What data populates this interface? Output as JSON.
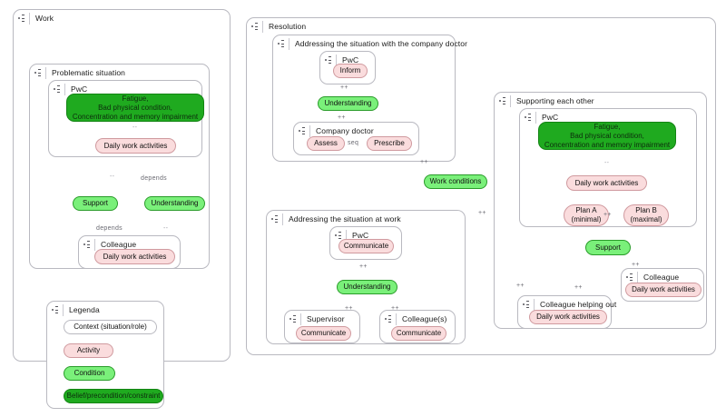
{
  "diagram": {
    "title": "Work",
    "type": "goal-model",
    "containers": [
      {
        "id": "work",
        "label": "Work"
      },
      {
        "id": "problematic",
        "label": "Problematic situation"
      },
      {
        "id": "pwc1",
        "label": "PwC"
      },
      {
        "id": "colleague1",
        "label": "Colleague"
      },
      {
        "id": "legenda",
        "label": "Legenda"
      },
      {
        "id": "resolution",
        "label": "Resolution"
      },
      {
        "id": "doctor_sit",
        "label": "Addressing the situation with the company doctor"
      },
      {
        "id": "pwc2",
        "label": "PwC"
      },
      {
        "id": "company_doctor",
        "label": "Company doctor"
      },
      {
        "id": "work_sit",
        "label": "Addressing the situation at work"
      },
      {
        "id": "pwc3",
        "label": "PwC"
      },
      {
        "id": "supervisor",
        "label": "Supervisor"
      },
      {
        "id": "colleagues",
        "label": "Colleague(s)"
      },
      {
        "id": "supporting",
        "label": "Supporting each other"
      },
      {
        "id": "pwc4",
        "label": "PwC"
      },
      {
        "id": "colleague2",
        "label": "Colleague"
      },
      {
        "id": "helping_out",
        "label": "Colleague helping out"
      }
    ],
    "nodes": {
      "belief1": "Fatigue,\nBad physical condition,\nConcentration and memory impairment",
      "dwa1": "Daily work activities",
      "support1": "Support",
      "understanding1": "Understanding",
      "dwa_colleague1": "Daily work activities",
      "inform": "Inform",
      "understanding2": "Understanding",
      "assess": "Assess",
      "prescribe": "Prescribe",
      "work_conditions": "Work conditions",
      "communicate_pwc": "Communicate",
      "understanding3": "Understanding",
      "communicate_supervisor": "Communicate",
      "communicate_colleagues": "Communicate",
      "belief2": "Fatigue,\nBad physical condition,\nConcentration and memory impairment",
      "dwa2": "Daily work activities",
      "plan_a": "Plan A\n(minimal)",
      "plan_b": "Plan B\n(maximal)",
      "support2": "Support",
      "dwa_colleague2": "Daily work activities",
      "dwa_helping_out": "Daily work activities"
    },
    "edge_labels": {
      "belief_to_dwa1": "--",
      "dwa_to_support1": "--",
      "dwa_to_understanding1": "depends",
      "colleague_to_support1": "depends",
      "colleague_to_understanding1": "--",
      "understanding_to_inform": "++",
      "assess_to_understanding": "++",
      "assess_to_prescribe": "seq",
      "prescribe_to_workconditions": "++",
      "understanding_to_communicate_pwc": "++",
      "supervisor_to_understanding3": "++",
      "colleagues_to_understanding3": "++",
      "workconditions_to_dwa2": "++",
      "belief2_to_dwa2": "--",
      "plans_to_dwa2": "++",
      "support2_to_dwa2": "++",
      "colleague2_to_support2": "++",
      "helping_out_to_support2": "++",
      "understanding3_to_dwa2": "++",
      "understanding3_to_colleague2": "++",
      "understanding3_to_helping_out": "++"
    },
    "legend": {
      "title": "Legenda",
      "items": [
        {
          "kind": "ctx",
          "label": "Context (situation/role)"
        },
        {
          "kind": "activity",
          "label": "Activity"
        },
        {
          "kind": "condition",
          "label": "Condition"
        },
        {
          "kind": "belief",
          "label": "Belief/precondition/constraint"
        }
      ]
    },
    "colors": {
      "activity_fill": "#fadcdd",
      "activity_border": "#d09a9f",
      "condition_fill": "#7af07a",
      "condition_border": "#2a9c2a",
      "belief_fill": "#1faa1f",
      "belief_border": "#138413",
      "container_border": "#b9b9c0",
      "edge": "#4a4a52",
      "canvas": "#ffffff"
    }
  }
}
